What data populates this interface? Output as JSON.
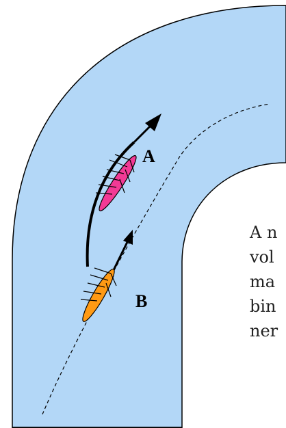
{
  "diagram": {
    "colors": {
      "channel": "#b3d7f7",
      "outline": "#000000",
      "boat_a": "#f23a95",
      "boat_b": "#ff9a14",
      "background": "#ffffff"
    },
    "labels": {
      "a": "A",
      "b": "B"
    },
    "caption_lines": [
      "A n",
      "vol",
      "ma",
      "bin",
      "ner"
    ]
  }
}
